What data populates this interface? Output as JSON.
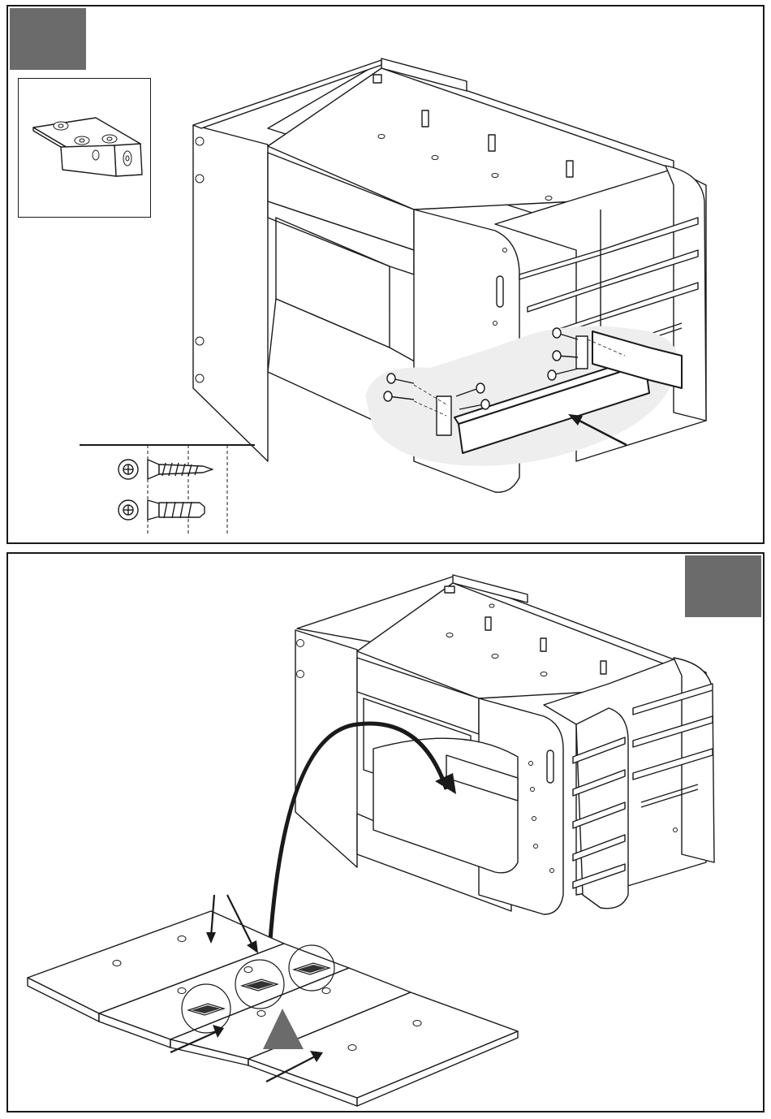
{
  "page": {
    "title": "",
    "background": "#ffffff",
    "border_color": "#1a1a1a"
  },
  "steps": [
    {
      "id": "step-a",
      "badge_color": "#6b6b6b",
      "badge_position": "top-left",
      "has_detail_inset": true,
      "detail_inset_icon": "angle-bracket-icon",
      "hardware": [
        {
          "icon": "phillips-wood-screw-icon",
          "kind": "countersunk wood screw"
        },
        {
          "icon": "phillips-confirmat-screw-icon",
          "kind": "countersunk confirmat screw"
        }
      ]
    },
    {
      "id": "step-b",
      "badge_color": "#6b6b6b",
      "badge_position": "top-right",
      "parts": [
        "slat-panel-1",
        "slat-panel-2",
        "slat-panel-3",
        "slat-panel-4"
      ],
      "callout_icons": [
        "connector-bracket-icon",
        "connector-bracket-icon",
        "connector-bracket-icon"
      ],
      "warning_icon": "warning-triangle-icon"
    }
  ]
}
